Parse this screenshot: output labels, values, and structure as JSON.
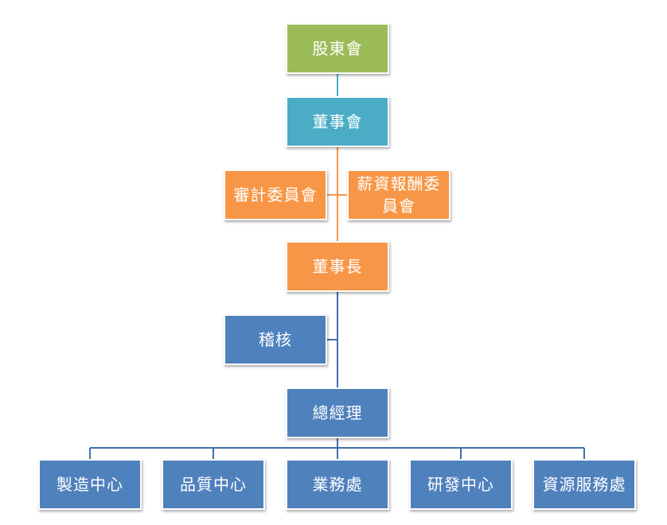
{
  "nodes": {
    "shareholders": "股東會",
    "board": "董事會",
    "audit_committee": "審計委員會",
    "compensation_committee": "薪資報酬委員會",
    "chairman": "董事長",
    "internal_audit": "稽核",
    "general_manager": "總經理",
    "manufacturing_center": "製造中心",
    "quality_center": "品質中心",
    "sales_division": "業務處",
    "rd_center": "研發中心",
    "it_services_division": "資源服務處"
  },
  "colors": {
    "green": "#9bbb59",
    "teal": "#4bacc6",
    "orange": "#f79646",
    "blue": "#4f81bd"
  }
}
